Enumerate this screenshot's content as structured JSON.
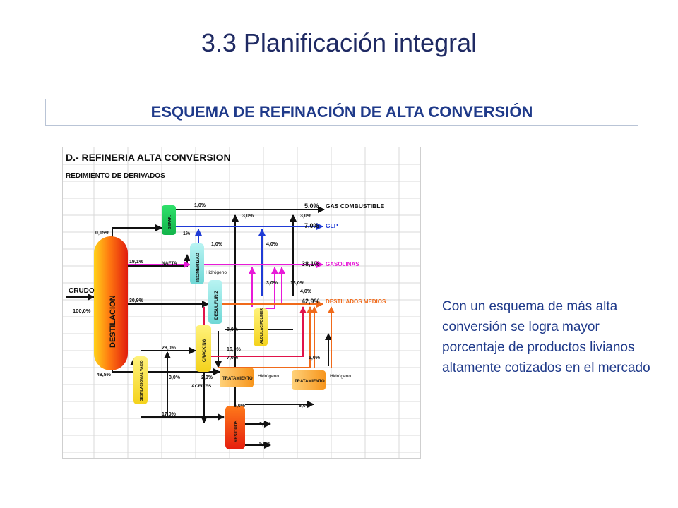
{
  "slide": {
    "title": "3.3 Planificación integral",
    "subtitle": "ESQUEMA DE REFINACIÓN DE ALTA CONVERSIÓN",
    "description": "Con un esquema de más alta conversión se logra mayor porcentaje de productos livianos altamente cotizados en el mercado"
  },
  "diagram": {
    "title": "D.- REFINERIA ALTA CONVERSION",
    "subtitle": "REDIMIENTO DE DERIVADOS",
    "feed": {
      "label": "CRUDO",
      "pct": "100,0%"
    },
    "units": {
      "distillation": "DESTILACION",
      "separation": "SEPAR.",
      "isomerization": "ISOMERIZAD",
      "desulfurization": "DESULFURIZ",
      "alkylation": "ALQUILAC POLIMER.",
      "cracking": "CRACKING",
      "vacuum": "DESTILACION AL VACIO",
      "treatment1": "TRATAMIENTO",
      "treatment2": "TRATAMIENTO",
      "residues": "RESIDUOS"
    },
    "products": [
      {
        "name": "GAS COMBUSTIBLE",
        "pct": "5,0%",
        "color": "#000000"
      },
      {
        "name": "GLP",
        "pct": "7,0%",
        "color": "#1f3bd6"
      },
      {
        "name": "GASOLINAS",
        "pct": "38,1%",
        "color": "#e81ad8"
      },
      {
        "name": "DESTILADOS MEDIOS",
        "pct": "42,9%",
        "color": "#f06a1a"
      }
    ],
    "text_labels": {
      "nafta": "NAFTA",
      "hidrogeno": "Hidrógeno",
      "aceites": "ACEITES"
    },
    "flow_pcts": {
      "p015": "0,15%",
      "p191": "19,1%",
      "p309": "30,9%",
      "p485": "48,5%",
      "p10a": "1,0%",
      "p1b": "1%",
      "p10c": "1,0%",
      "p30a": "3,0%",
      "p30b": "3,0%",
      "p40a": "4,0%",
      "p30c": "3,0%",
      "p130": "13,0%",
      "p40b": "4,0%",
      "p80a": "8,0%",
      "p160": "16,0%",
      "p70": "7,0%",
      "p280": "28,0%",
      "p30d": "3,0%",
      "p20": "2,0%",
      "p50a": "5,0%",
      "p60a": "6,0%",
      "p60b": "6,0%",
      "p170": "17,0%",
      "p80b": "8,0%",
      "p50b": "5,0%"
    }
  }
}
